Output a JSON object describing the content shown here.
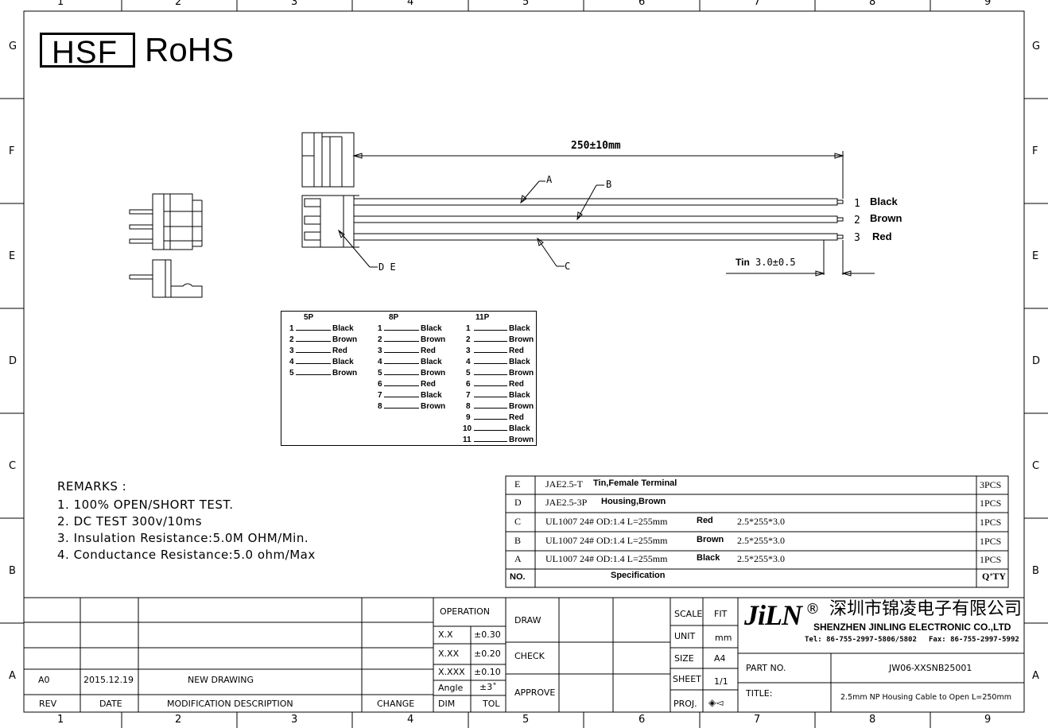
{
  "border": {
    "columns": [
      "1",
      "2",
      "3",
      "4",
      "5",
      "6",
      "7",
      "8",
      "9"
    ],
    "rows": [
      "G",
      "F",
      "E",
      "D",
      "C",
      "B",
      "A"
    ]
  },
  "badges": {
    "hsf": "HSF",
    "rohs": "RoHS"
  },
  "dimensions": {
    "length": "250±10mm",
    "tin_label": "Tin",
    "tin_value": "3.0±0.5",
    "callouts": {
      "a": "A",
      "b": "B",
      "c": "C",
      "de": "D E"
    }
  },
  "wires": [
    {
      "num": "1",
      "color": "Black"
    },
    {
      "num": "2",
      "color": "Brown"
    },
    {
      "num": "3",
      "color": "Red"
    }
  ],
  "color_table": {
    "p5": {
      "title": "5P",
      "rows": [
        {
          "n": "1",
          "c": "Black"
        },
        {
          "n": "2",
          "c": "Brown"
        },
        {
          "n": "3",
          "c": "Red"
        },
        {
          "n": "4",
          "c": "Black"
        },
        {
          "n": "5",
          "c": "Brown"
        }
      ]
    },
    "p8": {
      "title": "8P",
      "rows": [
        {
          "n": "1",
          "c": "Black"
        },
        {
          "n": "2",
          "c": "Brown"
        },
        {
          "n": "3",
          "c": "Red"
        },
        {
          "n": "4",
          "c": "Black"
        },
        {
          "n": "5",
          "c": "Brown"
        },
        {
          "n": "6",
          "c": "Red"
        },
        {
          "n": "7",
          "c": "Black"
        },
        {
          "n": "8",
          "c": "Brown"
        }
      ]
    },
    "p11": {
      "title": "11P",
      "rows": [
        {
          "n": "1",
          "c": "Black"
        },
        {
          "n": "2",
          "c": "Brown"
        },
        {
          "n": "3",
          "c": "Red"
        },
        {
          "n": "4",
          "c": "Black"
        },
        {
          "n": "5",
          "c": "Brown"
        },
        {
          "n": "6",
          "c": "Red"
        },
        {
          "n": "7",
          "c": "Black"
        },
        {
          "n": "8",
          "c": "Brown"
        },
        {
          "n": "9",
          "c": "Red"
        },
        {
          "n": "10",
          "c": "Black"
        },
        {
          "n": "11",
          "c": "Brown"
        }
      ]
    }
  },
  "remarks": {
    "title": "REMARKS :",
    "items": [
      "1. 100% OPEN/SHORT TEST.",
      "2. DC TEST 300v/10ms",
      "3. Insulation Resistance:5.0M OHM/Min.",
      "4. Conductance Resistance:5.0 ohm/Max"
    ]
  },
  "bom": {
    "rows": [
      {
        "no": "E",
        "code": "JAE2.5-T",
        "desc": "Tin,Female Terminal",
        "size": "",
        "qty": "3PCS"
      },
      {
        "no": "D",
        "code": "JAE2.5-3P",
        "desc": "Housing,Brown",
        "size": "",
        "qty": "1PCS"
      },
      {
        "no": "C",
        "code": "UL1007 24# OD:1.4 L=255mm",
        "desc": "Red",
        "size": "2.5*255*3.0",
        "qty": "1PCS"
      },
      {
        "no": "B",
        "code": "UL1007 24# OD:1.4 L=255mm",
        "desc": "Brown",
        "size": "2.5*255*3.0",
        "qty": "1PCS"
      },
      {
        "no": "A",
        "code": "UL1007 24# OD:1.4 L=255mm",
        "desc": "Black",
        "size": "2.5*255*3.0",
        "qty": "1PCS"
      }
    ],
    "header": {
      "no": "NO.",
      "spec": "Specification",
      "qty": "Q’TY"
    }
  },
  "title_block": {
    "rev_row": {
      "rev": "A0",
      "date": "2015.12.19",
      "desc": "NEW DRAWING"
    },
    "headers": {
      "rev": "REV",
      "date": "DATE",
      "mod": "MODIFICATION DESCRIPTION",
      "change": "CHANGE"
    },
    "tolerance": {
      "title": "OPERATION",
      "rows": [
        {
          "k": "X.X",
          "v": "±0.30"
        },
        {
          "k": "X.XX",
          "v": "±0.20"
        },
        {
          "k": "X.XXX",
          "v": "±0.10"
        },
        {
          "k": "Angle",
          "v": "±3˚"
        },
        {
          "k": "DIM",
          "v": "TOL"
        }
      ]
    },
    "approvals": {
      "draw": "DRAW",
      "check": "CHECK",
      "approve": "APPROVE"
    },
    "scale": [
      {
        "k": "SCALE",
        "v": "FIT"
      },
      {
        "k": "UNIT",
        "v": "mm"
      },
      {
        "k": "SIZE",
        "v": "A4"
      },
      {
        "k": "SHEET",
        "v": "1/1"
      },
      {
        "k": "PROJ.",
        "v": "◈◅"
      }
    ],
    "company": {
      "logo": "JiLN",
      "reg": "®",
      "cn_name": "深圳市锦凌电子有限公司",
      "en_name": "SHENZHEN JINLING ELECTRONIC CO.,LTD",
      "tel": "Tel: 86-755-2997-5806/5802",
      "fax": "Fax: 86-755-2997-5992"
    },
    "part_no_label": "PART NO.",
    "part_no": "JW06-XXSNB25001",
    "title_label": "TITLE:",
    "title": "2.5mm NP Housing Cable to Open L=250mm"
  }
}
